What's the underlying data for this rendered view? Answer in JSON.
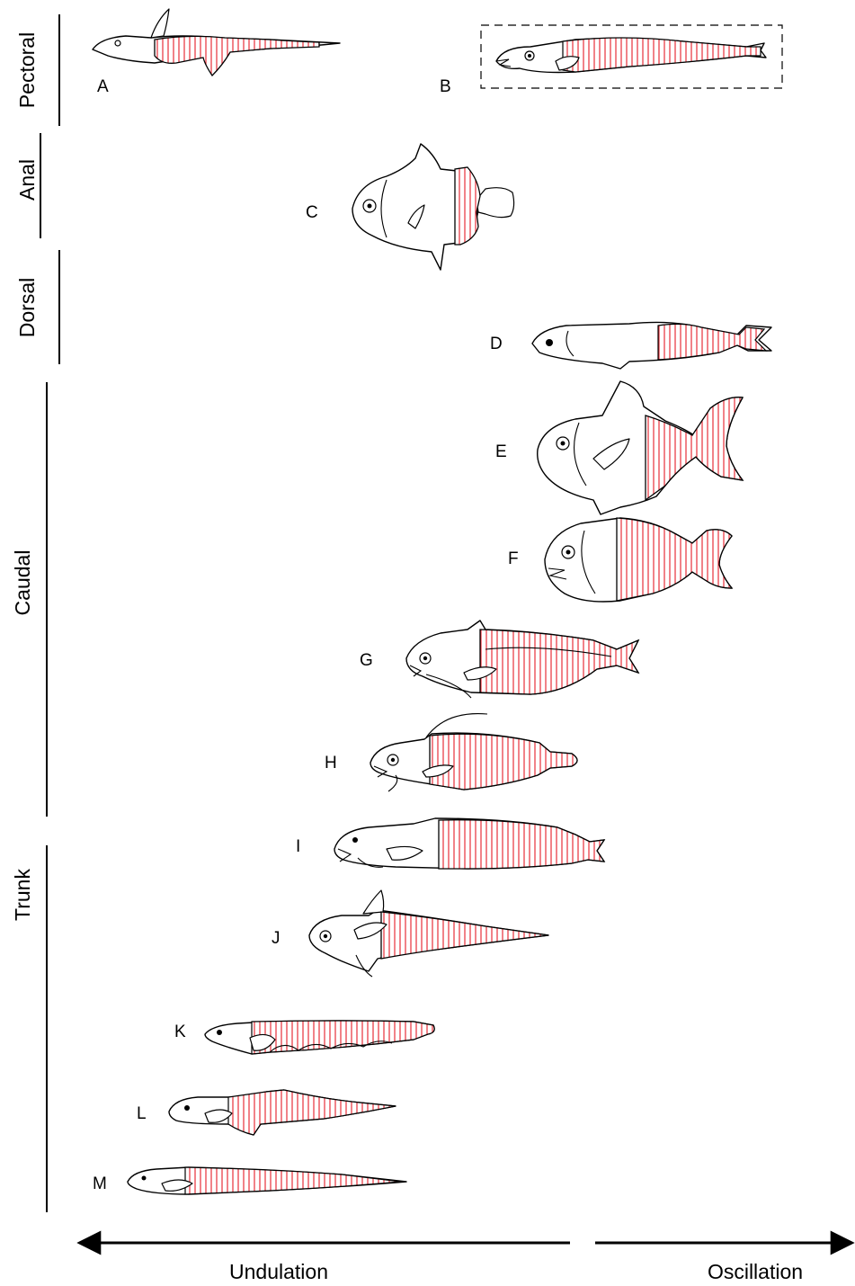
{
  "colors": {
    "hatch": "#e8303a",
    "ink": "#000000",
    "background": "#ffffff"
  },
  "categories": [
    {
      "label": "Pectoral"
    },
    {
      "label": "Anal"
    },
    {
      "label": "Dorsal"
    },
    {
      "label": "Caudal"
    },
    {
      "label": "Trunk"
    }
  ],
  "fish": [
    {
      "label": "A",
      "category": "Pectoral"
    },
    {
      "label": "B",
      "category": "Pectoral"
    },
    {
      "label": "C",
      "category": "Anal"
    },
    {
      "label": "D",
      "category": "Dorsal"
    },
    {
      "label": "E",
      "category": "Caudal"
    },
    {
      "label": "F",
      "category": "Caudal"
    },
    {
      "label": "G",
      "category": "Caudal"
    },
    {
      "label": "H",
      "category": "Caudal"
    },
    {
      "label": "I",
      "category": "Trunk"
    },
    {
      "label": "J",
      "category": "Trunk"
    },
    {
      "label": "K",
      "category": "Trunk"
    },
    {
      "label": "L",
      "category": "Trunk"
    },
    {
      "label": "M",
      "category": "Trunk"
    }
  ],
  "axis": {
    "left_label": "Undulation",
    "right_label": "Oscillation"
  }
}
